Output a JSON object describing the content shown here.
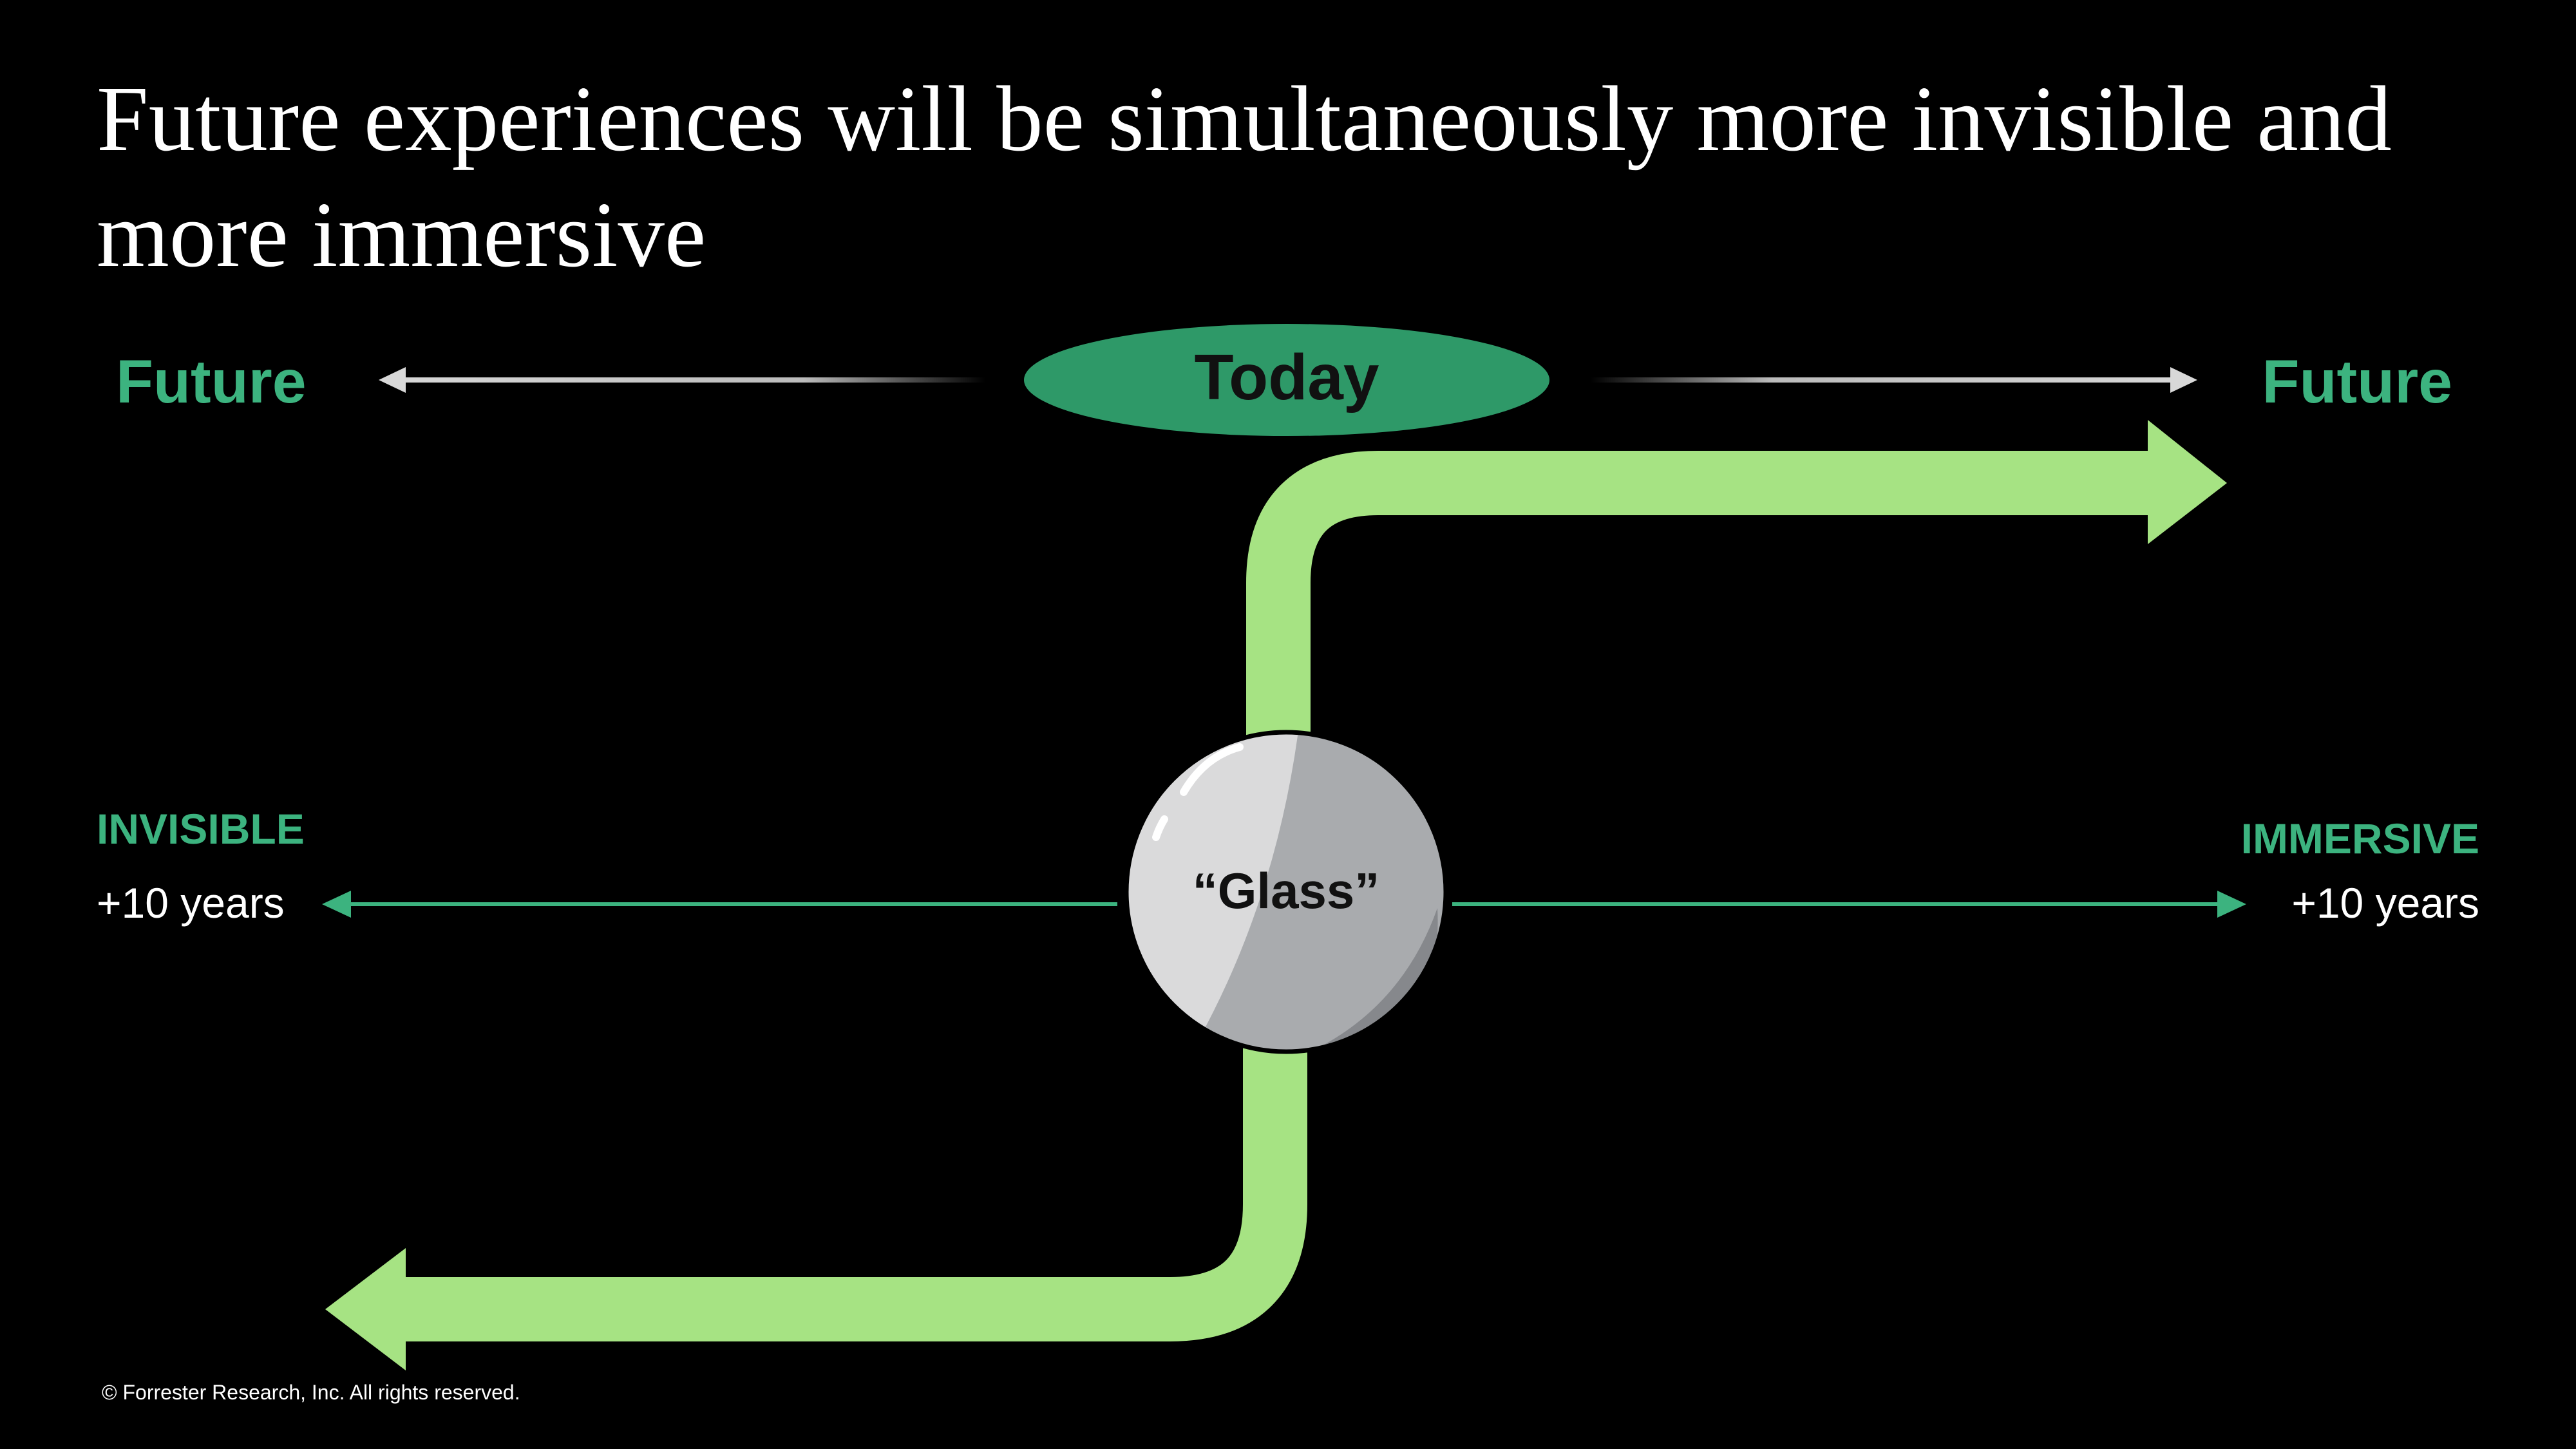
{
  "title": "Future experiences will be simultaneously more invisible and more immersive",
  "timeline": {
    "left_label": "Future",
    "center_label": "Today",
    "right_label": "Future"
  },
  "center_node": {
    "label": "“Glass”"
  },
  "left_axis": {
    "heading": "INVISIBLE",
    "sublabel": "+10 years"
  },
  "right_axis": {
    "heading": "IMMERSIVE",
    "sublabel": "+10 years"
  },
  "footer": "© Forrester Research, Inc. All rights reserved.",
  "colors": {
    "background": "#000000",
    "accent_green": "#3cb37f",
    "today_ellipse": "#2e9968",
    "path_green": "#a6e383",
    "glass": "#cfd0d2",
    "text": "#ffffff"
  },
  "icons": {
    "center_node": "glass-sphere",
    "timeline_arrows": "left-right-arrows",
    "path": "s-curve-arrow"
  }
}
